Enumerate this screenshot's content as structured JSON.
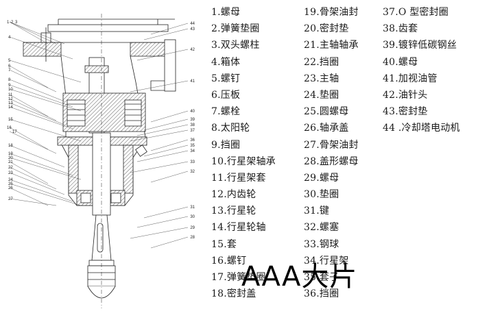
{
  "diagram": {
    "left_callouts": [
      "1",
      "2",
      "3",
      "4",
      "5",
      "6",
      "7",
      "8",
      "9",
      "10",
      "11",
      "12",
      "13",
      "14",
      "15",
      "16",
      "17",
      "18",
      "19",
      "20",
      "21",
      "22",
      "23",
      "24",
      "25",
      "26",
      "27"
    ],
    "right_callouts": [
      "44",
      "43",
      "42",
      "41",
      "40",
      "39",
      "38",
      "37",
      "36",
      "35",
      "34",
      "33",
      "32",
      "31",
      "30",
      "29",
      "28"
    ]
  },
  "legend": {
    "column1": [
      "1.螺母",
      "2.弹簧垫圈",
      "3.双头螺柱",
      "4.箱体",
      "5.螺钉",
      "6.压板",
      "7.螺栓",
      "8.太阳轮",
      "9.挡圈",
      "10.行星架轴承",
      "11.行星架套",
      "12.内齿轮",
      "13.行星轮",
      "14.行星轮轴",
      "15.套",
      "16.螺钉",
      "17.弹簧垫圈",
      "18.密封盖"
    ],
    "column2": [
      "19.骨架油封",
      "20.密封垫",
      "21.主轴轴承",
      "22.挡圈",
      "23.主轴",
      "24.垫圈",
      "25.圆螺母",
      "26.轴承盖",
      "27.骨架油封",
      "28.盖形螺母",
      "29.螺母",
      "30.垫圈",
      "31.键",
      "32.螺塞",
      "33.钢球",
      "34.行星架",
      "35.套子",
      "36.挡圈"
    ],
    "column3": [
      "37.O 型密封圈",
      "38.齿套",
      "39.镀锌低碳钢丝",
      "40.螺母",
      "41.加视油管",
      "42.油针头",
      "43.密封垫",
      "44 .冷却塔电动机"
    ]
  },
  "watermark": "AAA大片"
}
